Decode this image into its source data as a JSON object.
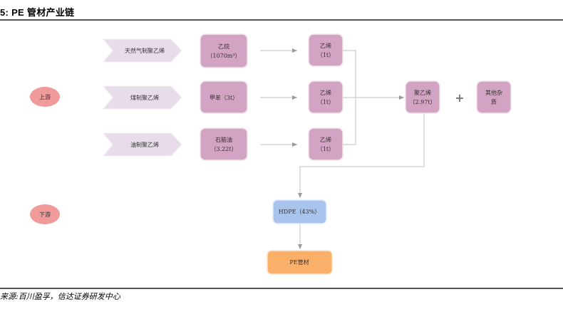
{
  "title": "5:  PE 管材产业链",
  "source": "来源:百川盈孚，信达证券研发中心",
  "colors": {
    "chevron": "#e8dcea",
    "raw_box": "#d3a3c3",
    "stage_label": "#f09a9a",
    "hdpe_box": "#a9c4ec",
    "pe_pipe_box": "#fbb06a",
    "connector": "#cccccc",
    "arrow": "#999999",
    "plus": "#777777"
  },
  "stages": {
    "upstream": "上游",
    "downstream": "下游"
  },
  "routes": [
    {
      "route": "天然气制聚乙烯",
      "feedstock_name": "乙烷",
      "feedstock_qty": "（1070m³）",
      "output_name": "乙烯",
      "output_qty": "（1t）"
    },
    {
      "route": "煤制聚乙烯",
      "feedstock_name": "甲苯（3t）",
      "feedstock_qty": "",
      "output_name": "乙烯",
      "output_qty": "（1t）"
    },
    {
      "route": "油制聚乙烯",
      "feedstock_name": "石脑油",
      "feedstock_qty": "（3.22t）",
      "output_name": "乙烯",
      "output_qty": "（1t）"
    }
  ],
  "polyethylene": {
    "name": "聚乙烯",
    "qty": "（2.97t）"
  },
  "plus_sign": "+",
  "impurities": {
    "line1": "其他杂",
    "line2": "质"
  },
  "hdpe": "HDPE（43%）",
  "pe_pipe": "PE管材"
}
